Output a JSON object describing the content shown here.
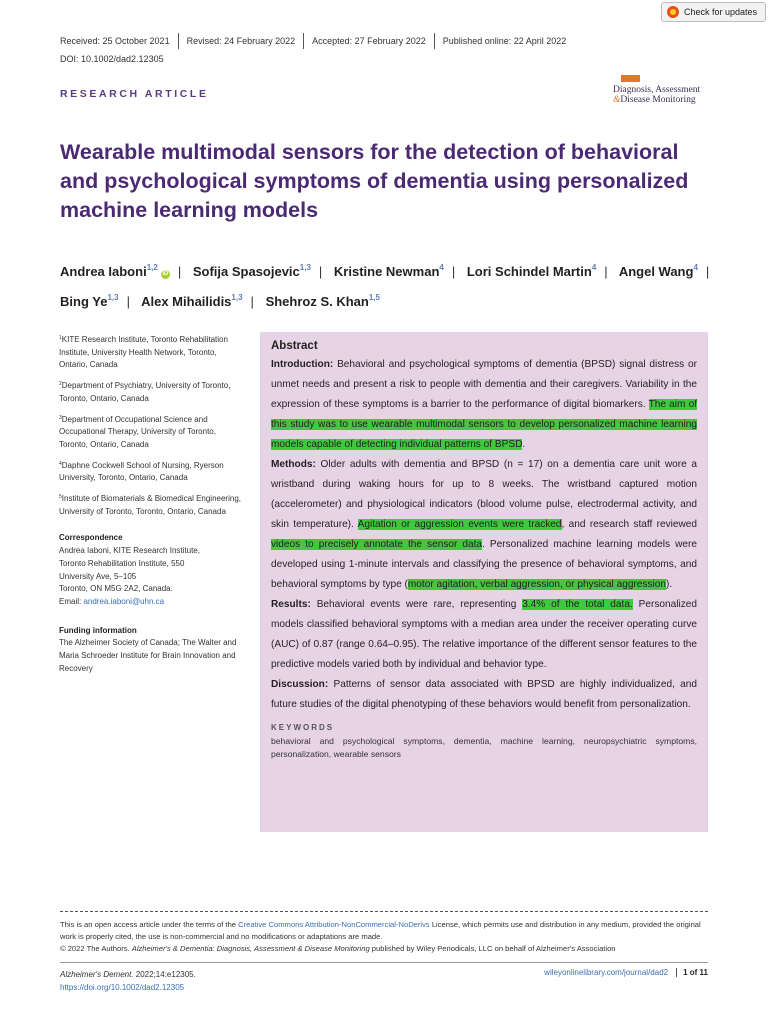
{
  "check_updates": {
    "label": "Check for updates"
  },
  "dates": [
    "Received: 25 October 2021",
    "Revised: 24 February 2022",
    "Accepted: 27 February 2022",
    "Published online: 22 April 2022"
  ],
  "doi": "DOI: 10.1002/dad2.12305",
  "journal_logo": {
    "line1": "Diagnosis, Assessment",
    "amp": "&",
    "line2": "Disease Monitoring"
  },
  "article_type": "RESEARCH ARTICLE",
  "title": "Wearable multimodal sensors for the detection of behavioral and psychological symptoms of dementia using personalized machine learning models",
  "authors": [
    {
      "name": "Andrea Iaboni",
      "sup": "1,2"
    },
    {
      "name": "Sofija Spasojevic",
      "sup": "1,3"
    },
    {
      "name": "Kristine Newman",
      "sup": "4"
    },
    {
      "name": "Lori Schindel Martin",
      "sup": "4"
    },
    {
      "name": "Angel Wang",
      "sup": "4"
    },
    {
      "name": "Bing Ye",
      "sup": "1,3"
    },
    {
      "name": "Alex Mihailidis",
      "sup": "1,3"
    },
    {
      "name": "Shehroz S. Khan",
      "sup": "1,5"
    }
  ],
  "affiliations": [
    {
      "num": "1",
      "text": "KITE Research Institute, Toronto Rehabilitation Institute, University Health Network, Toronto, Ontario, Canada"
    },
    {
      "num": "2",
      "text": "Department of Psychiatry, University of Toronto, Toronto, Ontario, Canada"
    },
    {
      "num": "3",
      "text": "Department of Occupational Science and Occupational Therapy, University of Toronto, Toronto, Ontario, Canada"
    },
    {
      "num": "4",
      "text": "Daphne Cockwell School of Nursing, Ryerson University, Toronto, Ontario, Canada"
    },
    {
      "num": "5",
      "text": "Institute of Biomaterials & Biomedical Engineering, University of Toronto, Toronto, Ontario, Canada"
    }
  ],
  "correspondence": {
    "heading": "Correspondence",
    "lines": [
      "Andrea Iaboni, KITE Research Institute,",
      "Toronto Rehabilitation Institute, 550",
      "University Ave, 5–105",
      "Toronto, ON M5G 2A2, Canada."
    ],
    "email_label": "Email: ",
    "email": "andrea.iaboni@uhn.ca"
  },
  "funding": {
    "heading": "Funding information",
    "text": "The Alzheimer Society of Canada; The Walter and Maria Schroeder Institute for Brain Innovation and Recovery"
  },
  "abstract": {
    "heading": "Abstract",
    "intro_label": "Introduction:",
    "intro_a": " Behavioral and psychological symptoms of dementia (BPSD) signal distress or unmet needs and present a risk to people with dementia and their caregivers. Variability in the expression of these symptoms is a barrier to the performance of digital biomarkers. ",
    "intro_hl": "The aim of this study was to use wearable multimodal sensors to develop personalized machine learning models capable of detecting individual patterns of BPSD",
    "intro_b": ".",
    "methods_label": "Methods:",
    "methods_a": " Older adults with dementia and BPSD (n = 17) on a dementia care unit wore a wristband during waking hours for up to 8 weeks. The wristband captured motion (accelerometer) and physiological indicators (blood volume pulse, electrodermal activity, and skin temperature). ",
    "methods_hl1": "Agitation or aggression events were tracked",
    "methods_b": ", and research staff reviewed ",
    "methods_hl2": "videos to precisely annotate the sensor data",
    "methods_c": ". Personalized machine learning models were developed using 1-minute intervals and classifying the presence of behavioral symptoms, and behavioral symptoms by type (",
    "methods_hl3": "motor agitation, verbal aggression, or physical aggression",
    "methods_d": ").",
    "results_label": "Results:",
    "results_a": " Behavioral events were rare, representing ",
    "results_hl": "3.4% of the total data.",
    "results_b": " Personalized models classified behavioral symptoms with a median area under the receiver operating curve (AUC) of 0.87 (range 0.64–0.95). The relative importance of the different sensor features to the predictive models varied both by individual and behavior type.",
    "discussion_label": "Discussion:",
    "discussion_a": " Patterns of sensor data associated with BPSD are highly individualized, and future studies of the digital phenotyping of these behaviors would benefit from personalization.",
    "keywords_label": "KEYWORDS",
    "keywords": "behavioral and psychological symptoms, dementia, machine learning, neuropsychiatric symptoms, personalization, wearable sensors"
  },
  "license": {
    "a": "This is an open access article under the terms of the ",
    "link": "Creative Commons Attribution-NonCommercial-NoDerivs",
    "b": " License, which permits use and distribution in any medium, provided the original work is properly cited, the use is non-commercial and no modifications or adaptations are made.",
    "copyright_a": "© 2022 The Authors. ",
    "copyright_journal": "Alzheimer's & Dementia: Diagnosis, Assessment & Disease Monitoring",
    "copyright_b": " published by Wiley Periodicals, LLC on behalf of Alzheimer's Association"
  },
  "footer": {
    "citation_journal": "Alzheimer's Dement.",
    "citation_rest": " 2022;14:e12305.",
    "doi_link": "https://doi.org/10.1002/dad2.12305",
    "site": "wileyonlinelibrary.com/journal/dad2",
    "page": "1 of 11"
  }
}
